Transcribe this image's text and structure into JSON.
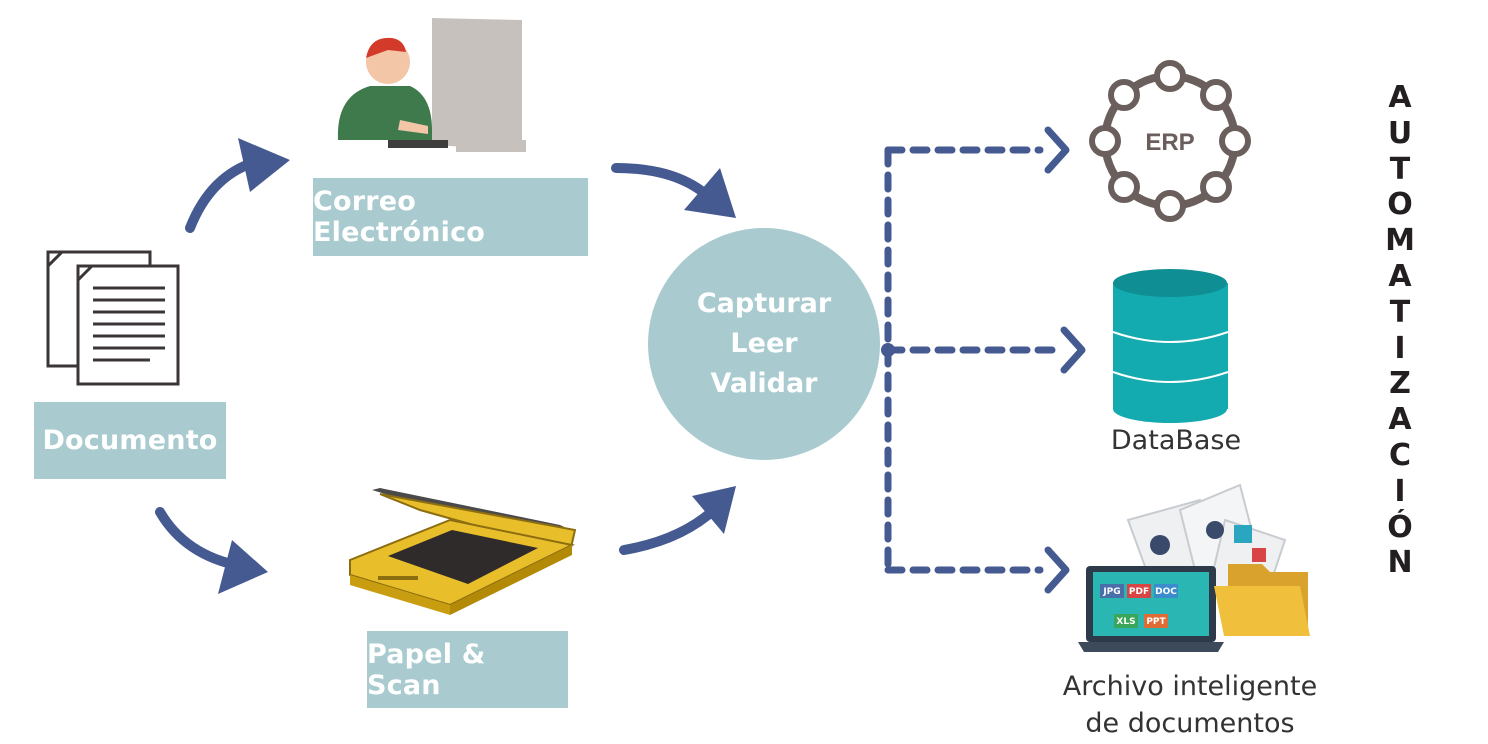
{
  "nodes": {
    "documento": "Documento",
    "correo": "Correo Electrónico",
    "papel": "Papel & Scan",
    "capturar": [
      "Capturar",
      "Leer",
      "Validar"
    ],
    "erp": "ERP",
    "database": "DataBase",
    "archivo": [
      "Archivo inteligente",
      "de documentos"
    ]
  },
  "file_types": [
    "JPG",
    "PDF",
    "DOC",
    "XLS",
    "PPT"
  ],
  "automatizacion": [
    "A",
    "U",
    "T",
    "O",
    "M",
    "A",
    "T",
    "I",
    "Z",
    "A",
    "C",
    "I",
    "Ó",
    "N"
  ],
  "colors": {
    "box_fill": "#a9cbcf",
    "arrow": "#455a91",
    "dashed": "#455a91",
    "erp_ring": "#6a5f5c",
    "database": "#13aab0",
    "folder": "#e8b83a",
    "scanner": "#e8be2a"
  },
  "icons": [
    "documents-icon",
    "person-computer-icon",
    "scanner-icon",
    "erp-network-icon",
    "database-icon",
    "laptop-files-icon",
    "folder-icon"
  ]
}
